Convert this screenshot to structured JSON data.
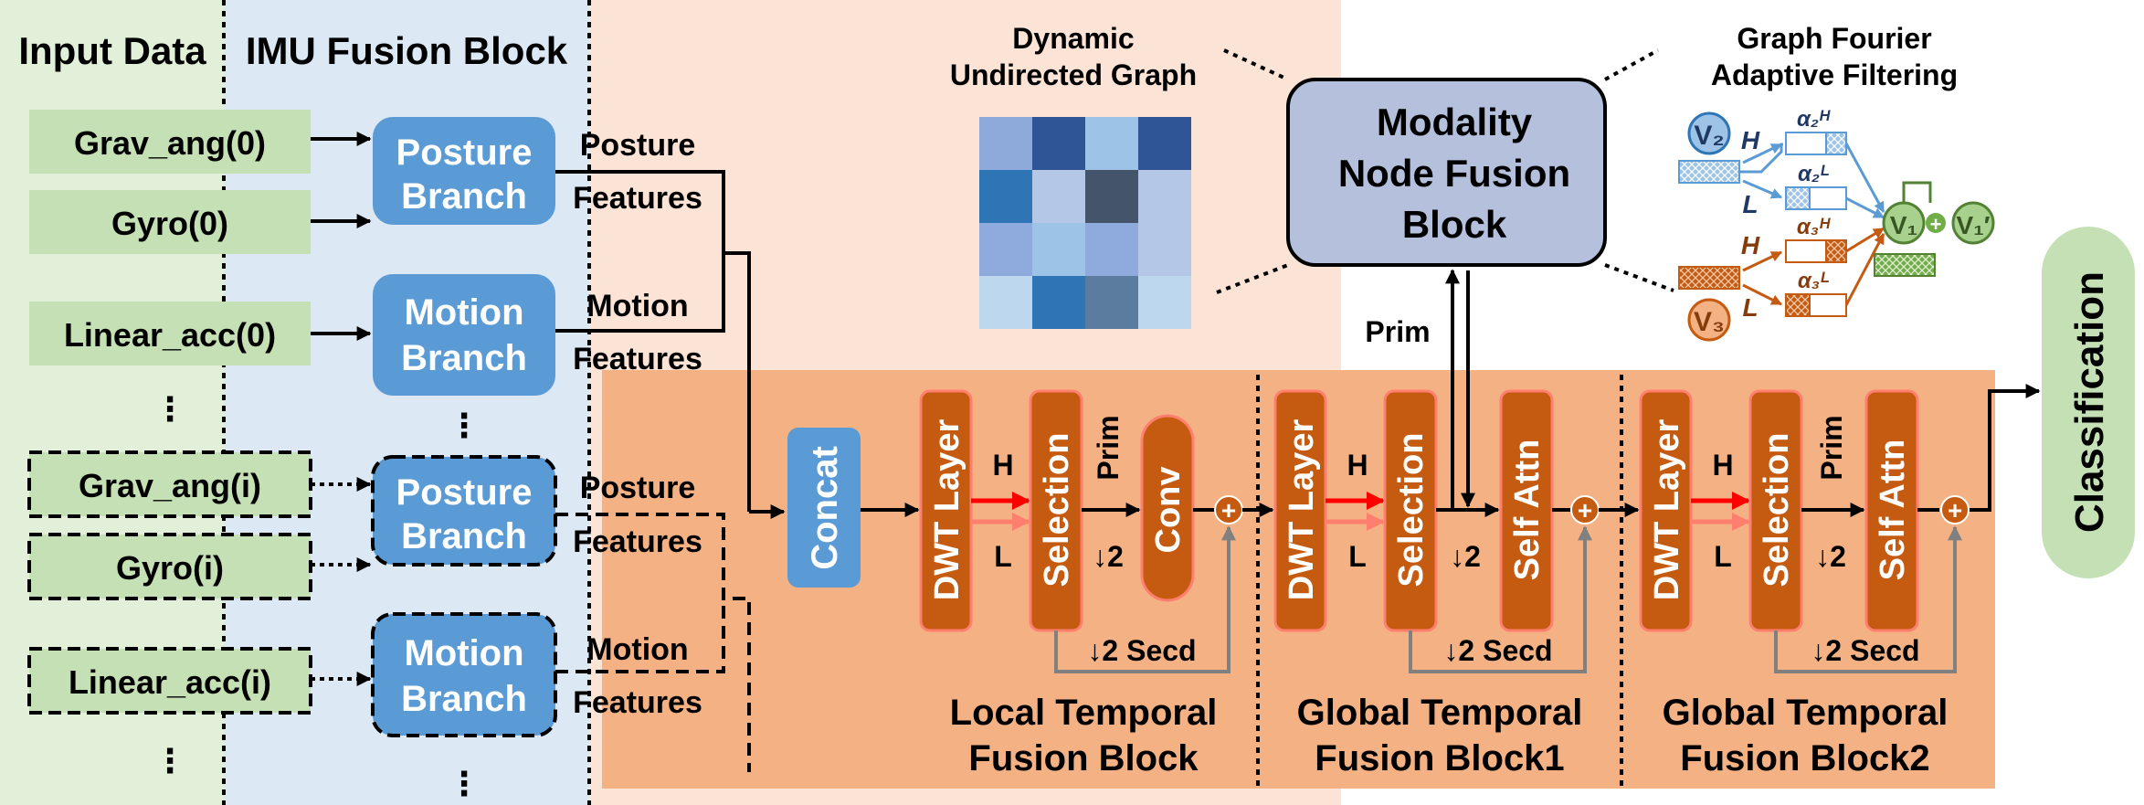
{
  "colors": {
    "input_bg": "#e2efd9",
    "imu_bg": "#dde8f5",
    "fusion_bg": "#fbe3d6",
    "temporal_bg": "#f4b183",
    "green_box": "#c5e0b4",
    "blue_box": "#5b9bd5",
    "orange_box": "#c55a11",
    "modality_box": "#b4c0dc",
    "classification_bg": "#c5e0b4",
    "h_arrow": "#ff0000",
    "l_arrow": "#ff7f6e",
    "residual_arrow": "#808080"
  },
  "sections": {
    "input": "Input Data",
    "imu": "IMU Fusion Block"
  },
  "inputs": {
    "grav_ang_0": "Grav_ang(0)",
    "gyro_0": "Gyro(0)",
    "linear_acc_0": "Linear_acc(0)",
    "grav_ang_i": "Grav_ang(i)",
    "gyro_i": "Gyro(i)",
    "linear_acc_i": "Linear_acc(i)",
    "dots": "⋮"
  },
  "branches": {
    "posture_1": "Posture",
    "posture_2": "Branch",
    "motion_1": "Motion",
    "motion_2": "Branch"
  },
  "features": {
    "posture": "Posture",
    "motion": "Motion",
    "features": "Features"
  },
  "concat": "Concat",
  "graph": {
    "dynamic_1": "Dynamic",
    "dynamic_2": "Undirected Graph",
    "heatmap": [
      [
        "#8eaadb",
        "#2f5597",
        "#9dc3e6",
        "#2f5597"
      ],
      [
        "#2e75b6",
        "#b4c7e7",
        "#44546a",
        "#b4c7e7"
      ],
      [
        "#8faadc",
        "#9dc3e6",
        "#8faadc",
        "#b4c7e7"
      ],
      [
        "#bdd7ee",
        "#2e75b6",
        "#5b7b9f",
        "#bdd7ee"
      ]
    ],
    "gfaf_1": "Graph Fourier",
    "gfaf_2": "Adaptive Filtering",
    "v2": "V₂",
    "v3": "V₃",
    "v1": "V₁",
    "v1_prime": "V₁′",
    "h": "H",
    "l": "L",
    "a2h": "α₂ᴴ",
    "a2l": "α₂ᴸ",
    "a3h": "α₃ᴴ",
    "a3l": "α₃ᴸ"
  },
  "modality": {
    "line1": "Modality",
    "line2": "Node Fusion",
    "line3": "Block",
    "prim": "Prim"
  },
  "temporal": {
    "dwt": "DWT Layer",
    "selection": "Selection",
    "conv": "Conv",
    "self_attn": "Self Attn",
    "h": "H",
    "l": "L",
    "prim": "Prim",
    "down2": "↓2",
    "secd": "↓2 Secd",
    "plus": "+",
    "local_1": "Local Temporal",
    "local_2": "Fusion Block",
    "global1_1": "Global Temporal",
    "global1_2": "Fusion Block1",
    "global2_1": "Global Temporal",
    "global2_2": "Fusion Block2"
  },
  "classification": "Classification"
}
